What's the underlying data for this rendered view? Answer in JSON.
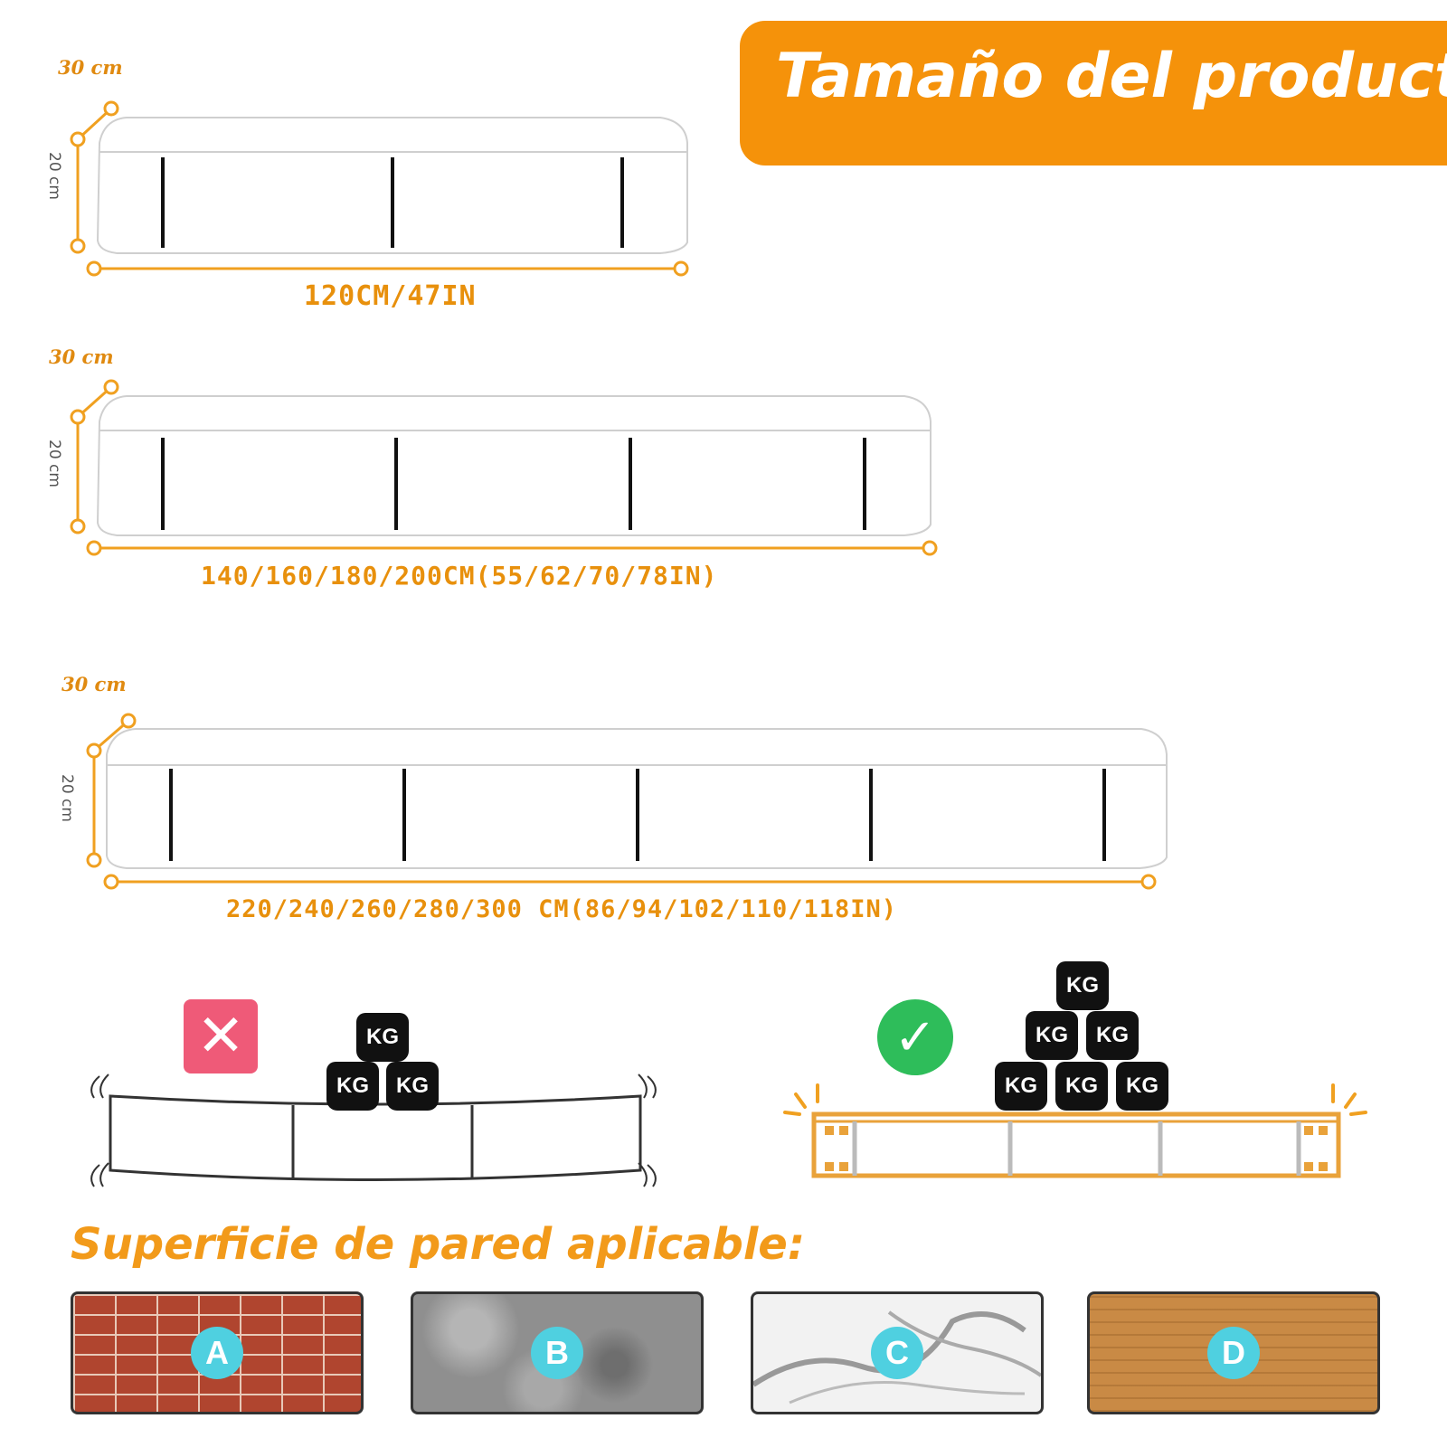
{
  "banner": {
    "title": "Tamaño del producto"
  },
  "shelves": [
    {
      "depth": "30 cm",
      "height": "20 cm",
      "width": "120CM/47IN"
    },
    {
      "depth": "30 cm",
      "height": "20 cm",
      "width": "140/160/180/200CM(55/62/70/78IN)"
    },
    {
      "depth": "30 cm",
      "height": "20 cm",
      "width": "220/240/260/280/300  CM(86/94/102/110/118IN)"
    }
  ],
  "load_demo": {
    "weight_label": "KG",
    "bad_icon": "x-mark-icon",
    "good_icon": "check-mark-icon"
  },
  "surfaces": {
    "title": "Superficie de pared aplicable:",
    "items": [
      {
        "letter": "A",
        "material": "brick"
      },
      {
        "letter": "B",
        "material": "stone"
      },
      {
        "letter": "C",
        "material": "marble"
      },
      {
        "letter": "D",
        "material": "wood"
      }
    ]
  },
  "colors": {
    "accent": "#f5920a",
    "bad": "#ef5a78",
    "good": "#2ebd5a",
    "badge": "#4fd0e0"
  }
}
